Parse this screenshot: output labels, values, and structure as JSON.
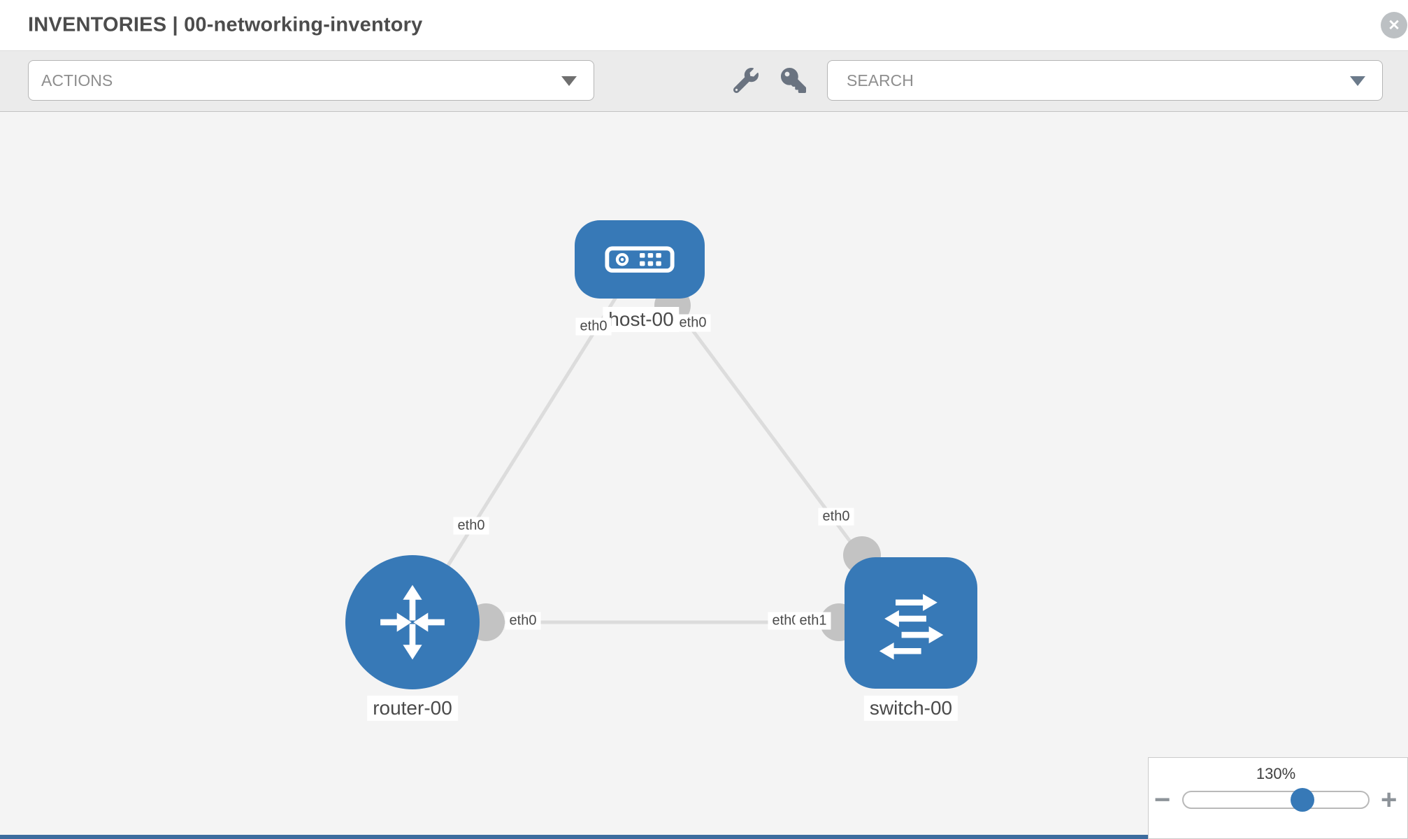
{
  "header": {
    "title": "INVENTORIES | 00-networking-inventory",
    "close_glyph": "✕"
  },
  "toolbar": {
    "actions_label": "ACTIONS",
    "search_placeholder": "SEARCH",
    "icons": [
      "wrench-icon",
      "key-icon",
      "caret-down-icon"
    ]
  },
  "canvas": {
    "nodes": [
      {
        "label": "host-00",
        "type": "host",
        "icon": "host-icon"
      },
      {
        "label": "router-00",
        "type": "router",
        "icon": "router-icon"
      },
      {
        "label": "switch-00",
        "type": "switch",
        "icon": "switch-icon"
      }
    ],
    "links": [
      {
        "from": "host-00",
        "to": "router-00",
        "from_interface": "eth0",
        "to_interface": "eth0"
      },
      {
        "from": "host-00",
        "to": "switch-00",
        "from_interface": "eth0",
        "to_interface": "eth0"
      },
      {
        "from": "router-00",
        "to": "switch-00",
        "from_interface": "eth0",
        "to_interface": "eth1"
      }
    ],
    "interface_labels": [
      "eth0",
      "eth0",
      "eth0",
      "eth0",
      "eth0",
      "eth0",
      "eth1"
    ]
  },
  "zoom_control": {
    "level": "130%",
    "minus_glyph": "−",
    "plus_glyph": "+"
  },
  "colors": {
    "node_fill": "#3779b7",
    "link": "#dcdcdc",
    "endpoint": "#c3c3c3",
    "toolbar_bg": "#ebebeb",
    "canvas_bg": "#f4f4f4",
    "bottom_strip": "#3c6c9e"
  }
}
